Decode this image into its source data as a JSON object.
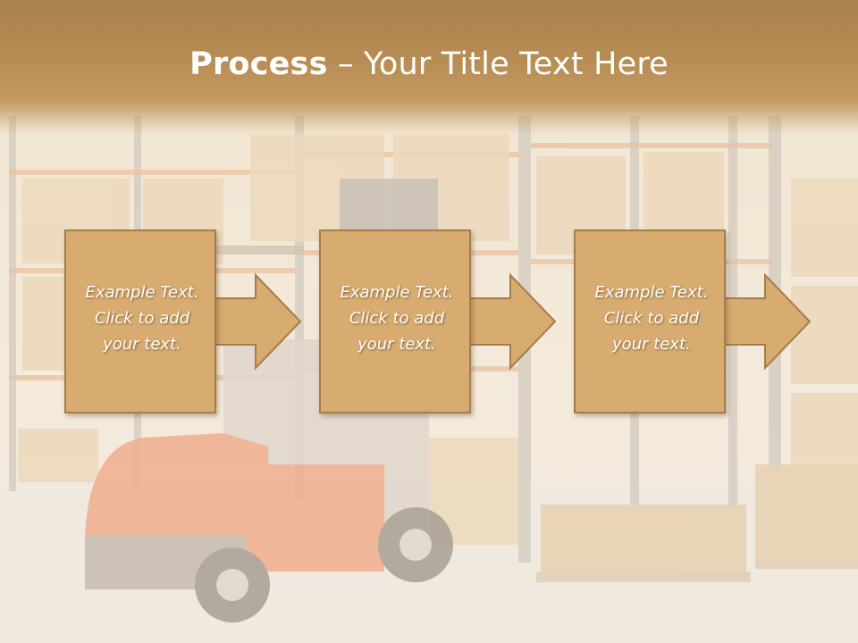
{
  "slide": {
    "title_bold": "Process",
    "title_rest": " – Your Title Text Here"
  },
  "steps": [
    {
      "text": "Example Text.\nClick  to add\nyour text."
    },
    {
      "text": "Example Text.\nClick  to add\nyour text."
    },
    {
      "text": "Example Text.\nClick  to add\nyour text."
    }
  ],
  "colors": {
    "title_band": "#b78d54",
    "box_fill": "#d8ac70",
    "box_border": "#a57d49",
    "text": "#ffffff"
  }
}
